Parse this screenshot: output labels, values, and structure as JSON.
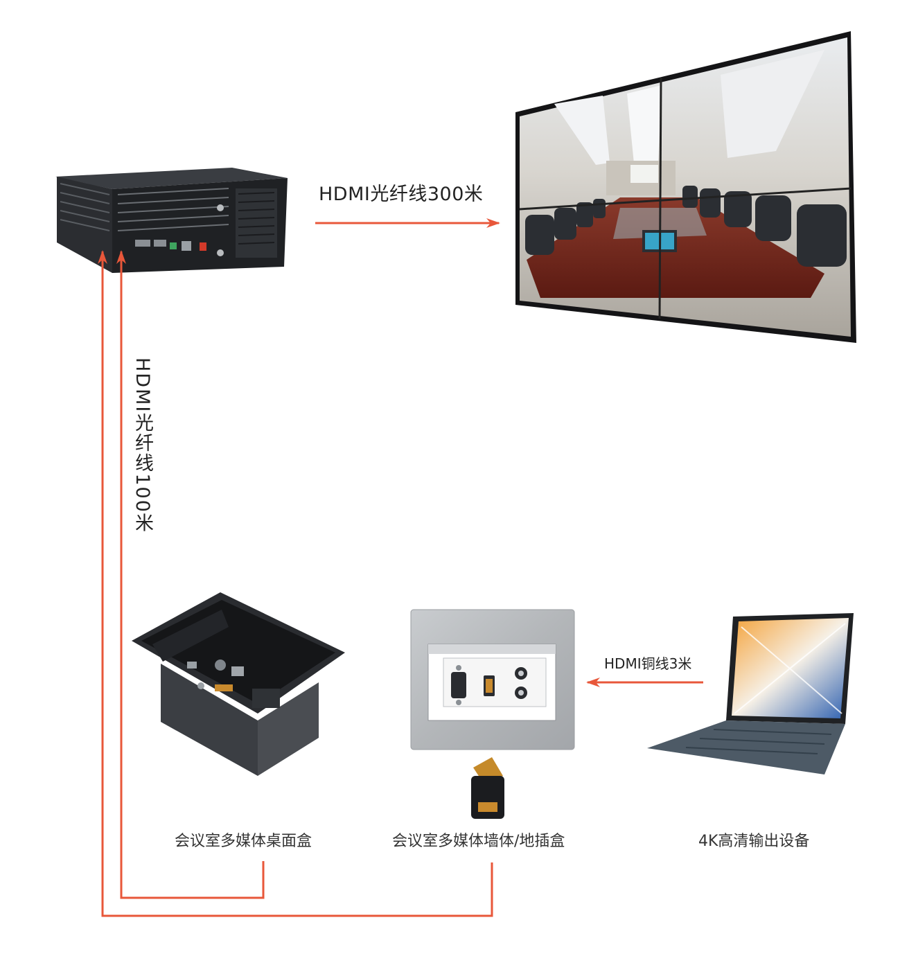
{
  "labels": {
    "fiber_300": "HDMI光纤线300米",
    "fiber_100": "HDMI光纤线100米",
    "copper_3": "HDMI铜线3米"
  },
  "captions": {
    "desk_box": "会议室多媒体桌面盒",
    "wall_box": "会议室多媒体墙体/地插盒",
    "output_device": "4K高清输出设备"
  },
  "colors": {
    "arrow": "#e8573a",
    "device_dark": "#1f2124",
    "panel_silver": "#b9bcbf",
    "table_wood": "#7a2a1e"
  },
  "icons": {
    "matrix": "matrix-switcher-icon",
    "video_wall": "video-wall-icon",
    "desk_box": "desktop-socket-box-icon",
    "wall_box": "wall-socket-plate-icon",
    "adapter": "hdmi-adapter-icon",
    "laptop": "laptop-icon"
  }
}
